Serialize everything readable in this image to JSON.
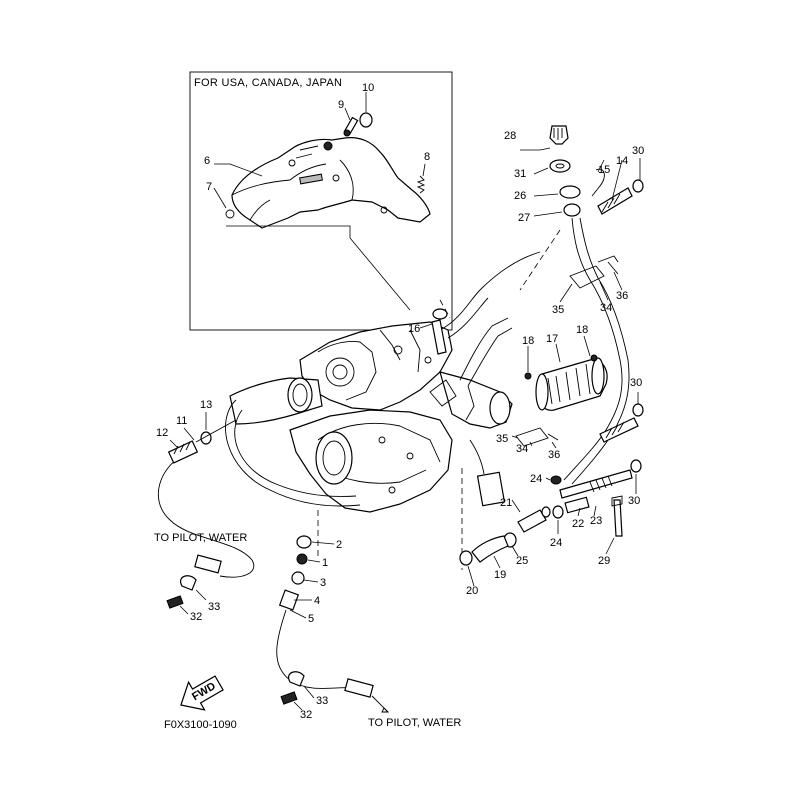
{
  "diagram": {
    "inset_title": "FOR USA, CANADA,  JAPAN",
    "drawing_code": "F0X3100-1090",
    "fwd_label": "FWD",
    "pilot_left": "TO PILOT, WATER",
    "pilot_bottom": "TO PILOT, WATER",
    "callouts": [
      {
        "id": "c10",
        "text": "10"
      },
      {
        "id": "c9",
        "text": "9"
      },
      {
        "id": "c6",
        "text": "6"
      },
      {
        "id": "c7",
        "text": "7"
      },
      {
        "id": "c8",
        "text": "8"
      },
      {
        "id": "c28",
        "text": "28"
      },
      {
        "id": "c31",
        "text": "31"
      },
      {
        "id": "c15",
        "text": "15"
      },
      {
        "id": "c14",
        "text": "14"
      },
      {
        "id": "c30a",
        "text": "30"
      },
      {
        "id": "c26",
        "text": "26"
      },
      {
        "id": "c27",
        "text": "27"
      },
      {
        "id": "c35a",
        "text": "35"
      },
      {
        "id": "c34a",
        "text": "34"
      },
      {
        "id": "c36a",
        "text": "36"
      },
      {
        "id": "c16",
        "text": "16"
      },
      {
        "id": "c17",
        "text": "17"
      },
      {
        "id": "c18a",
        "text": "18"
      },
      {
        "id": "c18b",
        "text": "18"
      },
      {
        "id": "c30b",
        "text": "30"
      },
      {
        "id": "c13",
        "text": "13"
      },
      {
        "id": "c11",
        "text": "11"
      },
      {
        "id": "c12",
        "text": "12"
      },
      {
        "id": "c35b",
        "text": "35"
      },
      {
        "id": "c34b",
        "text": "34"
      },
      {
        "id": "c36b",
        "text": "36"
      },
      {
        "id": "c24a",
        "text": "24"
      },
      {
        "id": "c21",
        "text": "21"
      },
      {
        "id": "c30c",
        "text": "30"
      },
      {
        "id": "c22",
        "text": "22"
      },
      {
        "id": "c23",
        "text": "23"
      },
      {
        "id": "c24b",
        "text": "24"
      },
      {
        "id": "c25",
        "text": "25"
      },
      {
        "id": "c19",
        "text": "19"
      },
      {
        "id": "c20",
        "text": "20"
      },
      {
        "id": "c29",
        "text": "29"
      },
      {
        "id": "c2",
        "text": "2"
      },
      {
        "id": "c1",
        "text": "1"
      },
      {
        "id": "c3",
        "text": "3"
      },
      {
        "id": "c4",
        "text": "4"
      },
      {
        "id": "c5",
        "text": "5"
      },
      {
        "id": "c33a",
        "text": "33"
      },
      {
        "id": "c32a",
        "text": "32"
      },
      {
        "id": "c33b",
        "text": "33"
      },
      {
        "id": "c32b",
        "text": "32"
      }
    ]
  }
}
